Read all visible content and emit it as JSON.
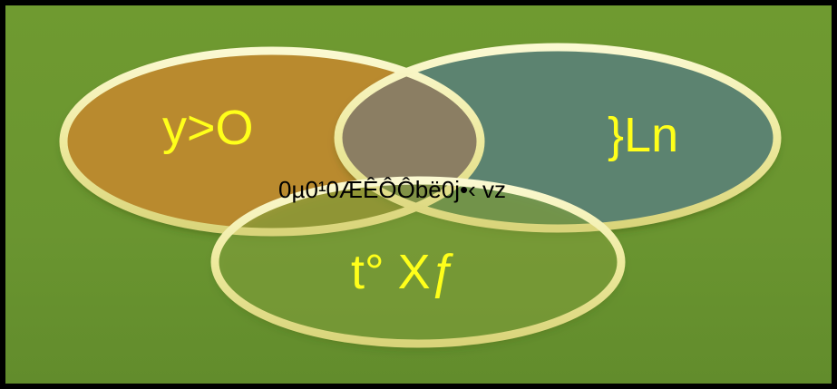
{
  "diagram": {
    "circle_left_label": "y>O",
    "circle_right_label": "}Ln",
    "circle_bottom_label": "t° Xƒ",
    "center_label": "0µ0¹0ÆÊÔÔbë0j•‹ vz"
  },
  "colors": {
    "background": "#6f9a30",
    "frame": "#000000",
    "left_fill": "#b98a2e",
    "right_fill": "#5b8370",
    "bottom_fill": "#7a9e3a",
    "overlap_fill": "#8b7e63",
    "ring": "#f2efb0",
    "label_text": "#ffff1a",
    "center_text": "#000000"
  }
}
